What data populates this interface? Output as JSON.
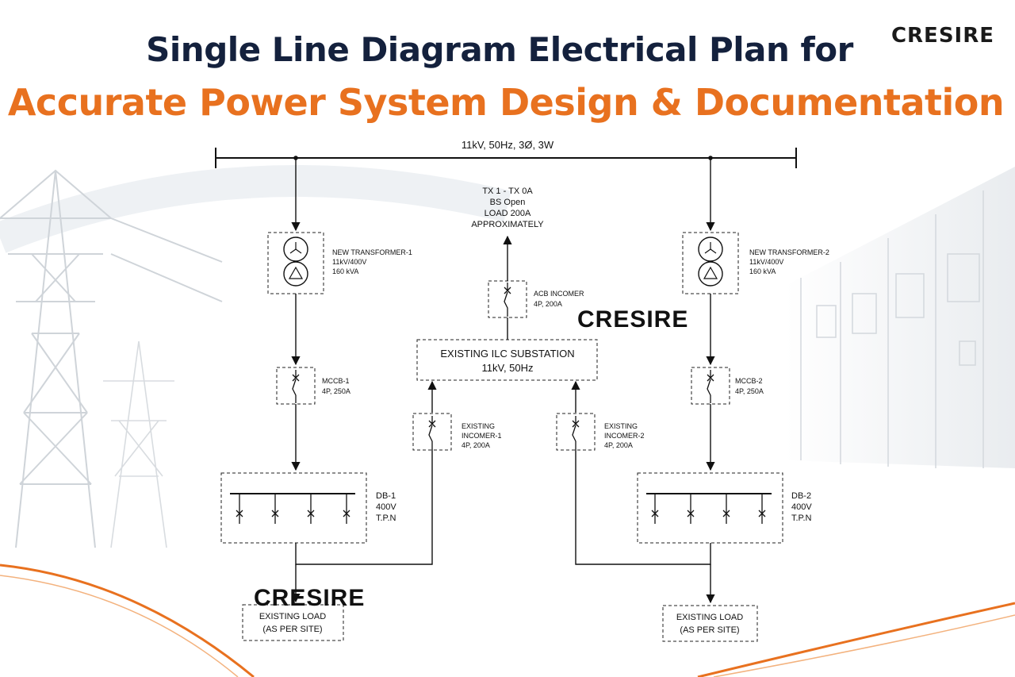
{
  "header": {
    "title_line1": "Single Line Diagram Electrical Plan for",
    "title_line2": "Accurate Power System Design & Documentation",
    "logo": "CRESIRE"
  },
  "watermarks": [
    "CRESIRE",
    "CRESIRE"
  ],
  "colors": {
    "title_dark": "#14213d",
    "title_accent": "#e8711f",
    "line": "#111111",
    "watermark": "#b5b5b5"
  },
  "diagram": {
    "supply_bus": "11kV, 50Hz, 3Ø, 3W",
    "tx_feed": {
      "line1": "TX 1 - TX 0A",
      "line2": "BS Open",
      "line3": "LOAD 200A",
      "line4": "APPROXIMATELY"
    },
    "transformer_1": {
      "name": "NEW TRANSFORMER-1",
      "rating": "11kV/400V",
      "capacity": "160 kVA"
    },
    "transformer_2": {
      "name": "NEW TRANSFORMER-2",
      "rating": "11kV/400V",
      "capacity": "160 kVA"
    },
    "acb_incomer": {
      "name": "ACB INCOMER",
      "rating": "4P, 200A"
    },
    "substation": {
      "name": "EXISTING ILC SUBSTATION",
      "rating": "11kV, 50Hz"
    },
    "mccb_1": {
      "name": "MCCB-1",
      "rating": "4P, 250A"
    },
    "mccb_2": {
      "name": "MCCB-2",
      "rating": "4P, 250A"
    },
    "incomer_1": {
      "line1": "EXISTING",
      "line2": "INCOMER-1",
      "rating": "4P, 200A"
    },
    "incomer_2": {
      "line1": "EXISTING",
      "line2": "INCOMER-2",
      "rating": "4P, 200A"
    },
    "db_1": {
      "name": "DB-1",
      "voltage": "400V",
      "type": "T.P.N"
    },
    "db_2": {
      "name": "DB-2",
      "voltage": "400V",
      "type": "T.P.N"
    },
    "load_1": {
      "line1": "EXISTING LOAD",
      "line2": "(AS PER SITE)"
    },
    "load_2": {
      "line1": "EXISTING LOAD",
      "line2": "(AS PER SITE)"
    }
  }
}
